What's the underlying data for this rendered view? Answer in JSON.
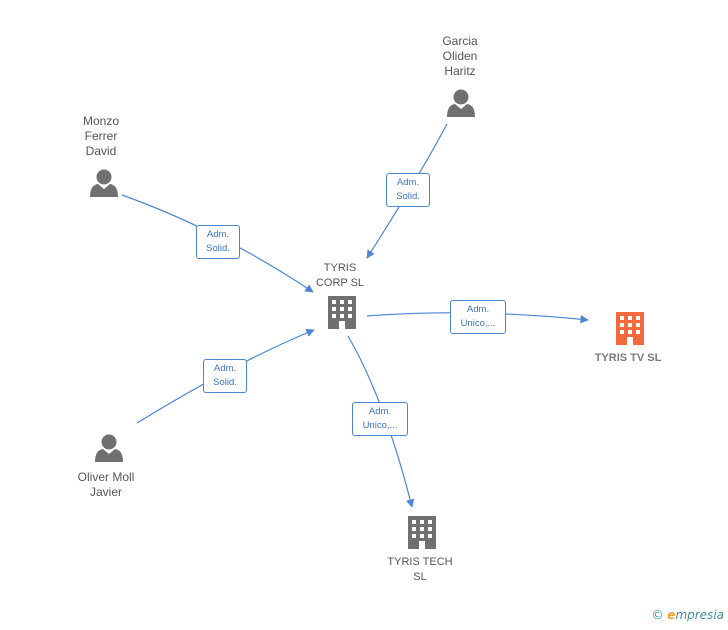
{
  "nodes": {
    "garcia": {
      "label": "Garcia\nOliden\nHaritz",
      "type": "person"
    },
    "monzo": {
      "label": "Monzo\nFerrer\nDavid",
      "type": "person"
    },
    "oliver": {
      "label": "Oliver Moll\nJavier",
      "type": "person"
    },
    "tyris_corp": {
      "label": "TYRIS\nCORP  SL",
      "type": "company"
    },
    "tyris_tv": {
      "label": "TYRIS TV  SL",
      "type": "company"
    },
    "tyris_tech": {
      "label": "TYRIS TECH\nSL",
      "type": "company"
    }
  },
  "edges": {
    "garcia_corp": "Adm.\nSolid.",
    "monzo_corp": "Adm.\nSolid.",
    "oliver_corp": "Adm.\nSolid.",
    "corp_tv": "Adm.\nUnico,...",
    "corp_tech": "Adm.\nUnico,..."
  },
  "colors": {
    "edge": "#4a86d4",
    "person_icon": "#707070",
    "company_icon": "#707070",
    "highlight_icon": "#f26a3d"
  },
  "brand": {
    "copyright": "©",
    "e": "e",
    "name": "mpresia"
  }
}
